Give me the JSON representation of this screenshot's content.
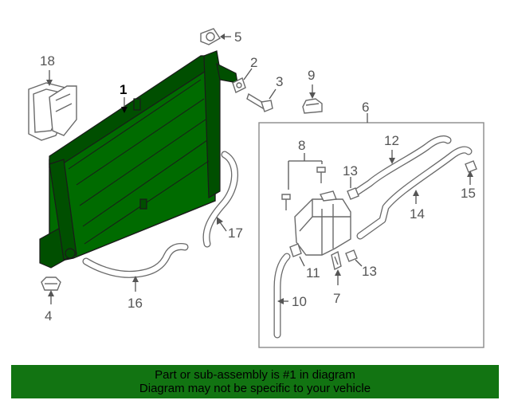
{
  "diagram": {
    "callouts": {
      "c1": "1",
      "c2": "2",
      "c3": "3",
      "c4": "4",
      "c5": "5",
      "c6": "6",
      "c7": "7",
      "c8": "8",
      "c9": "9",
      "c10": "10",
      "c11": "11",
      "c12": "12",
      "c13a": "13",
      "c13b": "13",
      "c14": "14",
      "c15": "15",
      "c16": "16",
      "c17": "17",
      "c18": "18"
    },
    "highlight_color": "#006b00"
  },
  "banner": {
    "line1": "Part or sub-assembly is #1 in diagram",
    "line2": "Diagram may not be specific to your vehicle",
    "background": "#127412"
  }
}
